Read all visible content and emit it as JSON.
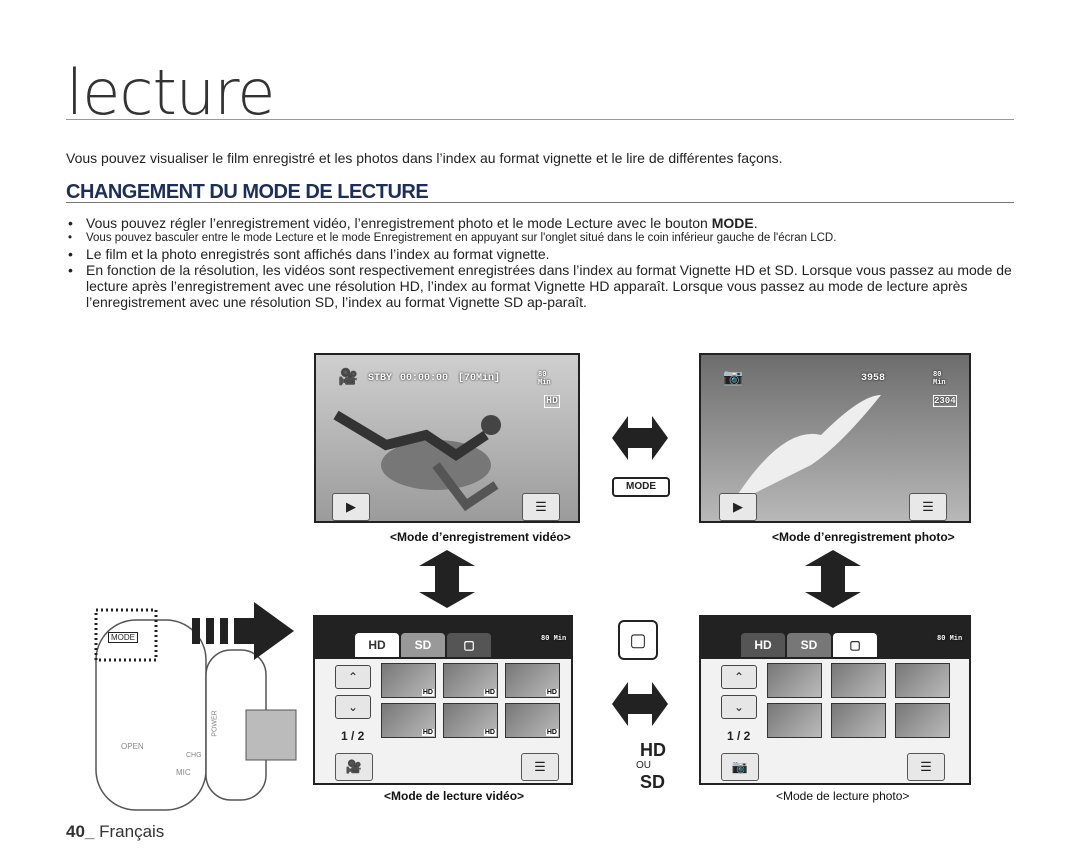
{
  "page": {
    "title": "lecture",
    "intro": "Vous pouvez visualiser le film enregistré et les photos dans l’index au format vignette et le lire de différentes façons.",
    "section_heading": "CHANGEMENT DU MODE DE LECTURE",
    "bullets": [
      {
        "text_before": "Vous pouvez régler l’enregistrement vidéo, l’enregistrement photo et le mode Lecture avec le bouton ",
        "bold": "MODE",
        "text_after": "."
      },
      {
        "text": "Vous pouvez basculer entre le mode Lecture et le mode Enregistrement en appuyant sur l'onglet situé dans le coin inférieur gauche de l'écran LCD."
      },
      {
        "text": "Le film et la photo enregistrés sont affichés dans l’index au format vignette."
      },
      {
        "text": "En fonction de la résolution, les vidéos sont respectivement enregistrées dans l’index au format Vignette HD et SD. Lorsque vous passez au mode de lecture après l’enregistrement avec une résolution HD, l’index au format Vignette HD apparaît. Lorsque vous passez au mode de lecture après l’enregistrement avec une résolution SD, l’index au format Vignette SD ap-paraît."
      }
    ],
    "footer_num": "40_",
    "footer_lang": "Français"
  },
  "video_rec": {
    "status": "STBY",
    "time": "00:00:00",
    "remaining": "[70Min]",
    "battery_min": "80 Min",
    "hd": "HD",
    "caption": "<Mode d’enregistrement vidéo>"
  },
  "photo_rec": {
    "count": "3958",
    "battery_min": "80 Min",
    "size": "2304",
    "caption": "<Mode d’enregistrement photo>"
  },
  "mode_button": "MODE",
  "video_play": {
    "tab_hd": "HD",
    "tab_sd": "SD",
    "battery_min": "80 Min",
    "page": "1 / 2",
    "hd_tag": "HD",
    "caption": "<Mode de lecture vidéo>"
  },
  "photo_play": {
    "tab_hd": "HD",
    "tab_sd": "SD",
    "battery_min": "80 Min",
    "page": "1 / 2",
    "caption": "<Mode de lecture photo>"
  },
  "hd_sd": {
    "hd": "HD",
    "ou": "OU",
    "sd": "SD"
  },
  "camera": {
    "mode": "MODE",
    "open": "OPEN",
    "mic": "MIC",
    "power": "POWER",
    "chg": "CHG"
  }
}
